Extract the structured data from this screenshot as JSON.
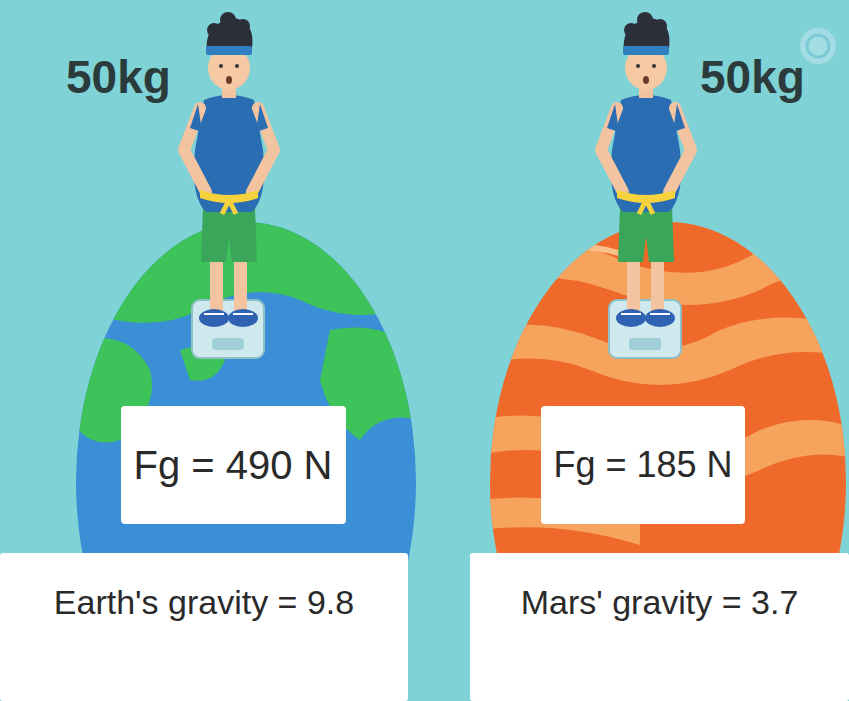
{
  "diagram": {
    "nodes": [
      {
        "text": [
          "Fg = 490 N"
        ]
      },
      {
        "text": [
          "Fg = 185 N"
        ]
      },
      {
        "text": [
          "Earth's gravity = 9.8"
        ]
      },
      {
        "text": [
          "Mars' gravity = 3.7"
        ]
      }
    ],
    "labels": [
      "50kg",
      "50kg"
    ]
  }
}
